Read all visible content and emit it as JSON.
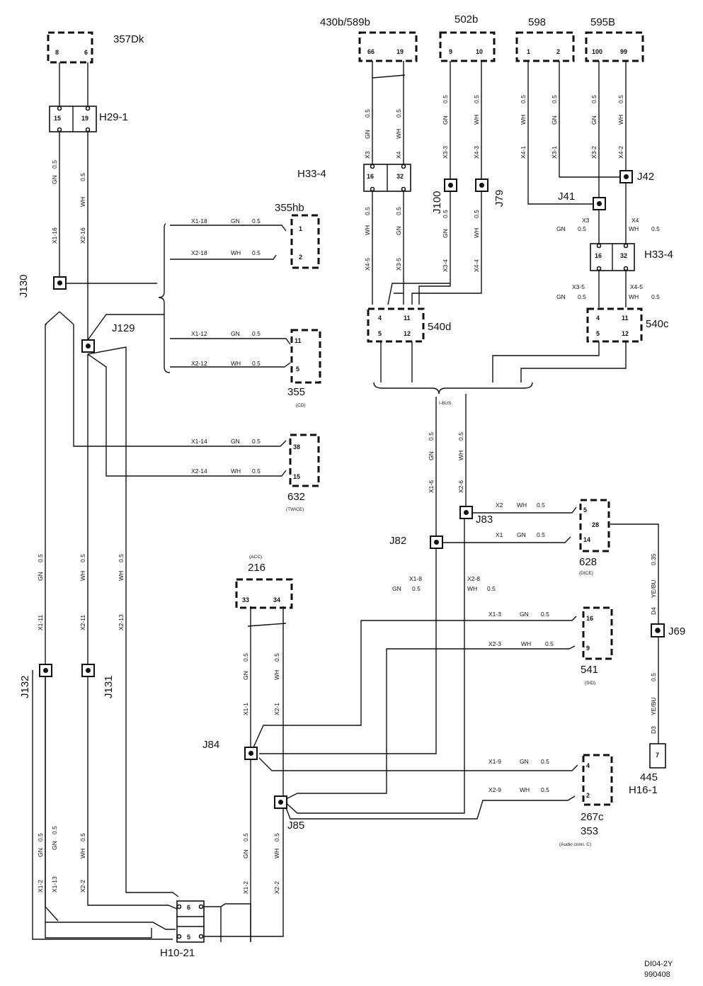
{
  "diagram_id": [
    "DI04-2Y",
    "990408"
  ],
  "connectors": [
    {
      "id": "357Dk",
      "pins": [
        "8",
        "6"
      ]
    },
    {
      "id": "430b/589b",
      "pins": [
        "66",
        "19"
      ]
    },
    {
      "id": "502b",
      "pins": [
        "9",
        "10"
      ]
    },
    {
      "id": "598",
      "pins": [
        "1",
        "2"
      ]
    },
    {
      "id": "595B",
      "pins": [
        "100",
        "99"
      ]
    },
    {
      "id": "355hb",
      "pins": [
        "1",
        "2"
      ]
    },
    {
      "id": "355",
      "sub": "(CD)",
      "pins": [
        "11",
        "5"
      ]
    },
    {
      "id": "632",
      "sub": "(TWICE)",
      "pins": [
        "38",
        "15"
      ]
    },
    {
      "id": "216",
      "sub": "(ACC)",
      "pins": [
        "33",
        "34"
      ]
    },
    {
      "id": "628",
      "sub": "(DICE)",
      "pins": [
        "5",
        "28",
        "14"
      ]
    },
    {
      "id": "541",
      "sub": "(SID)",
      "pins": [
        "16",
        "9"
      ]
    },
    {
      "id": "267c",
      "id2": "353",
      "sub": "(Audio conn. C)",
      "pins": [
        "4",
        "2"
      ]
    },
    {
      "id": "445",
      "id2": "H16-1",
      "pins": [
        "7"
      ]
    },
    {
      "id": "540d",
      "pins": [
        "4",
        "11",
        "5",
        "12"
      ]
    },
    {
      "id": "540c",
      "pins": [
        "4",
        "11",
        "5",
        "12"
      ]
    }
  ],
  "splices": [
    {
      "id": "H29-1",
      "pins": [
        "15",
        "19"
      ]
    },
    {
      "id": "H33-4",
      "pins": [
        "16",
        "32"
      ]
    },
    {
      "id": "H33-4",
      "pins": [
        "16",
        "32"
      ]
    },
    {
      "id": "H10-21",
      "pins": [
        "6",
        "5"
      ]
    }
  ],
  "junctions": [
    "J130",
    "J129",
    "J132",
    "J131",
    "J84",
    "J85",
    "J82",
    "J83",
    "J100",
    "J79",
    "J41",
    "J42",
    "J69"
  ],
  "wire_labels": {
    "gn05": [
      "GN",
      "0.5"
    ],
    "wh05": [
      "WH",
      "0.5"
    ],
    "ye035": [
      "YE/BU",
      "0.35"
    ],
    "ye05": [
      "YE/BU",
      "0.5"
    ]
  },
  "wire_ids": {
    "x1_16": "X1-16",
    "x2_16": "X2-16",
    "x1_18": "X1-18",
    "x2_18": "X2-18",
    "x1_12": "X1-12",
    "x2_12": "X2-12",
    "x1_14": "X1-14",
    "x2_14": "X2-14",
    "x1_11": "X1-11",
    "x2_11": "X2-11",
    "x2_13": "X2-13",
    "x1_2": "X1-2",
    "x1_13": "X1-13",
    "x2_2": "X2-2",
    "x1_1": "X1-1",
    "x2_1": "X2-1",
    "x1_3": "X1-3",
    "x2_3": "X2-3",
    "x1_9": "X1-9",
    "x2_9": "X2-9",
    "x1_8": "X1-8",
    "x2_8": "X2-8",
    "x1_6": "X1-6",
    "x2_6": "X2-6",
    "x2": "X2",
    "x1": "X1",
    "x3": "X3",
    "x4": "X4",
    "x3_3": "X3-3",
    "x4_3": "X4-3",
    "x4_5": "X4-5",
    "x3_5": "X3-5",
    "x3_4": "X3-4",
    "x4_4": "X4-4",
    "x4_1": "X4-1",
    "x3_1": "X3-1",
    "x3_2": "X3-2",
    "x4_2": "X4-2",
    "d4": "D4",
    "d3": "D3"
  },
  "bus_label": "I-BUS"
}
